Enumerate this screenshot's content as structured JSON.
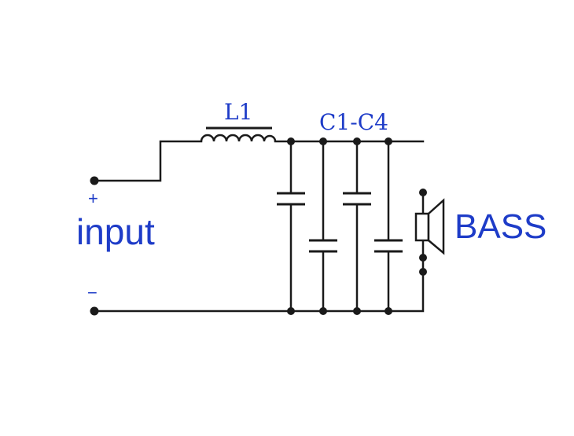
{
  "labels": {
    "inductor": "L1",
    "capacitors": "C1-C4",
    "input": "input",
    "plus": "+",
    "minus": "−",
    "speaker": "BASS"
  },
  "colors": {
    "label": "#1e3cc8",
    "wire": "#1a1a1a"
  }
}
